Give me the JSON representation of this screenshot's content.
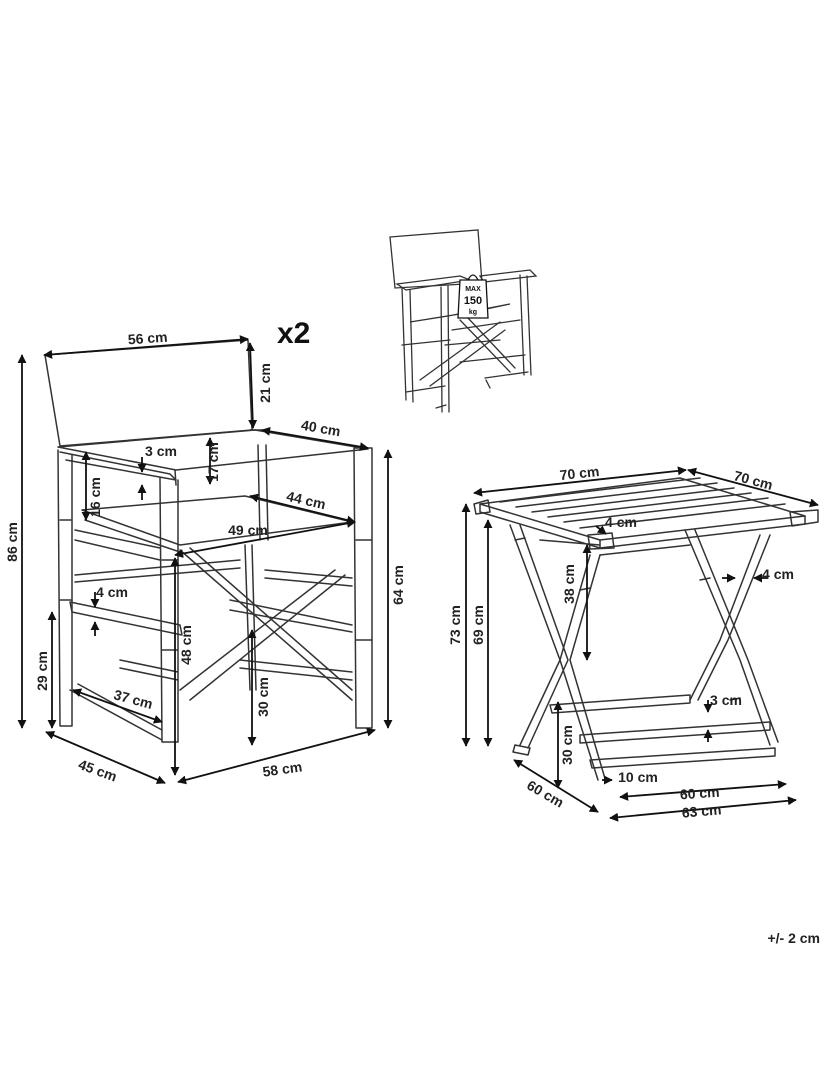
{
  "quantity": "x2",
  "tolerance": "+/- 2 cm",
  "weight_badge": {
    "line1": "MAX",
    "line2": "150",
    "line3": "kg"
  },
  "chair": {
    "backrest_width": "56 cm",
    "backrest_height": "21 cm",
    "armrest_depth": "40 cm",
    "armrest_thickness": "3 cm",
    "back_to_armrest": "17 cm",
    "armrest_to_seat": "16 cm",
    "seat_depth": "44 cm",
    "seat_width": "49 cm",
    "rail_thickness": "4 cm",
    "seat_height": "48 cm",
    "total_height": "86 cm",
    "armrest_height": "64 cm",
    "lower_rail_height": "29 cm",
    "inner_rail_height": "30 cm",
    "rail_length": "37 cm",
    "depth": "45 cm",
    "width": "58 cm"
  },
  "table": {
    "top_width": "70 cm",
    "top_depth": "70 cm",
    "top_thickness": "4 cm",
    "leg_thickness": "4 cm",
    "under_top_height": "38 cm",
    "total_height": "73 cm",
    "frame_height": "69 cm",
    "rail_thickness": "3 cm",
    "rail_height": "30 cm",
    "foot_height": "10 cm",
    "depth": "60 cm",
    "inner_width": "60 cm",
    "outer_width": "63 cm"
  }
}
